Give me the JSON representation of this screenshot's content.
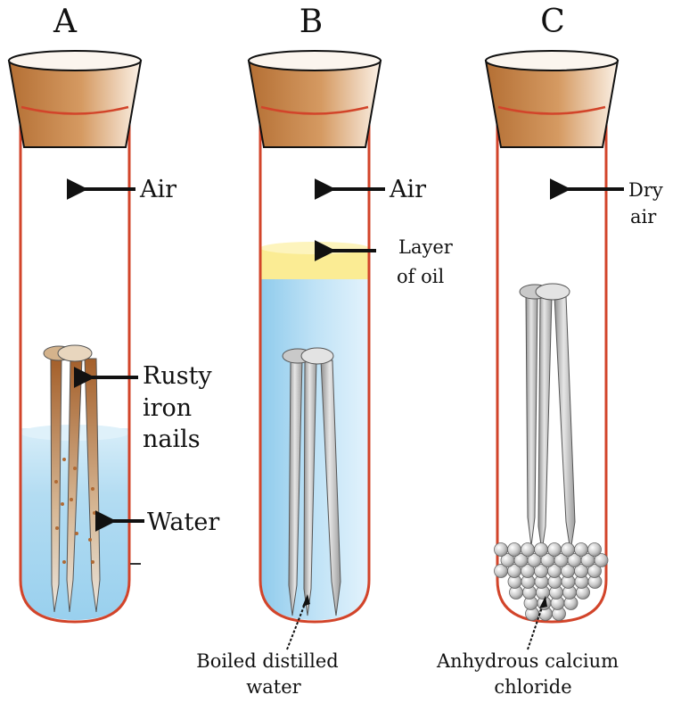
{
  "tubes": [
    {
      "letter": "A",
      "air_label": "Air",
      "nails_label_lines": [
        "Rusty",
        "iron",
        "nails"
      ],
      "water_label": "Water"
    },
    {
      "letter": "B",
      "air_label": "Air",
      "oil_label_lines": [
        "Layer",
        "of oil"
      ],
      "water_label_lines": [
        "Boiled distilled",
        "water"
      ]
    },
    {
      "letter": "C",
      "air_label_lines": [
        "Dry",
        "air"
      ],
      "desiccant_label_lines": [
        "Anhydrous calcium",
        "chloride"
      ]
    }
  ],
  "colors": {
    "tube_outline": "#d2442a",
    "water": "#a9d6ef",
    "oil": "#fbec94",
    "cork_dark": "#bf7a3e",
    "cork_light": "#f4e1cb",
    "nail": "#c2c2c2",
    "rust": "#b06a34"
  }
}
